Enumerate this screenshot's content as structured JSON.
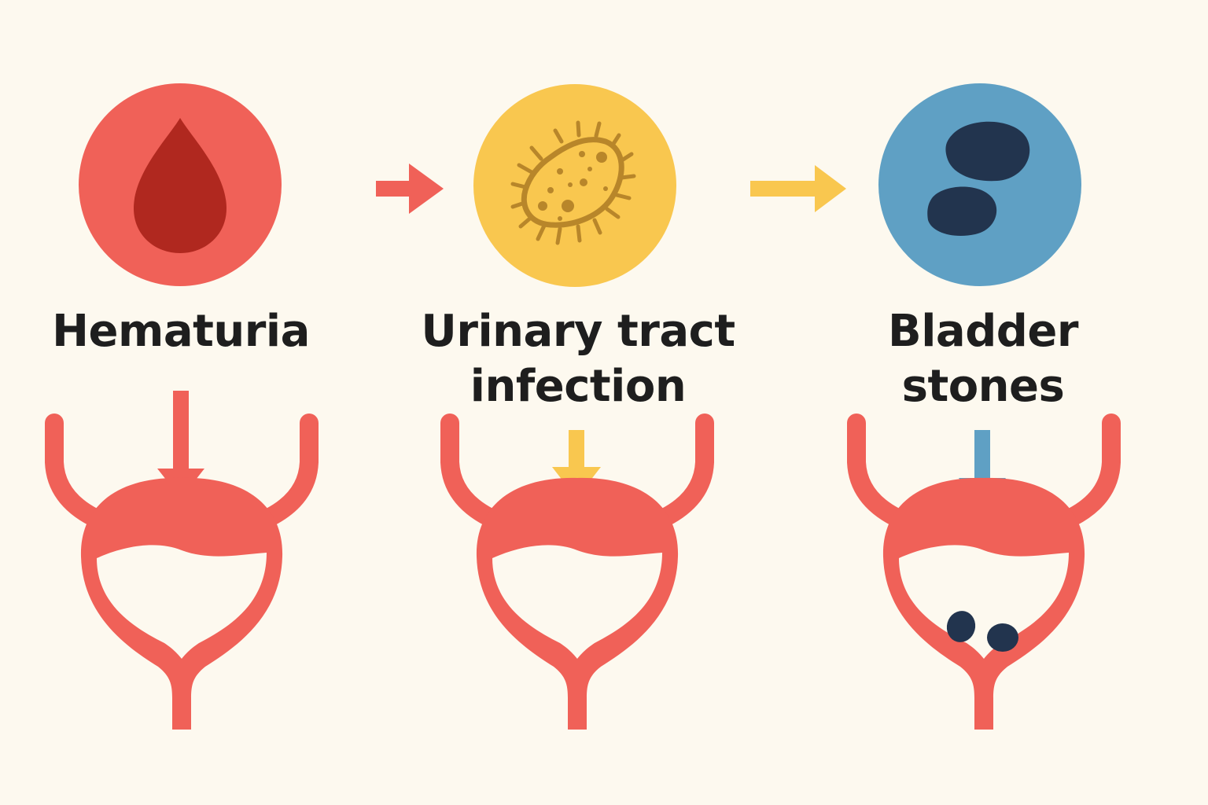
{
  "colors": {
    "background": "#FDF9EF",
    "red": "#F06158",
    "dark_red": "#B0281F",
    "yellow": "#F9C74F",
    "bacteria": "#B8862A",
    "blue": "#5FA0C4",
    "navy": "#22344E"
  },
  "items": [
    {
      "label": "Hematuria",
      "icon": "blood-drop-icon"
    },
    {
      "label": "Urinary tract\ninfection",
      "icon": "bacteria-icon"
    },
    {
      "label": "Bladder\nstones",
      "icon": "stones-icon"
    }
  ]
}
